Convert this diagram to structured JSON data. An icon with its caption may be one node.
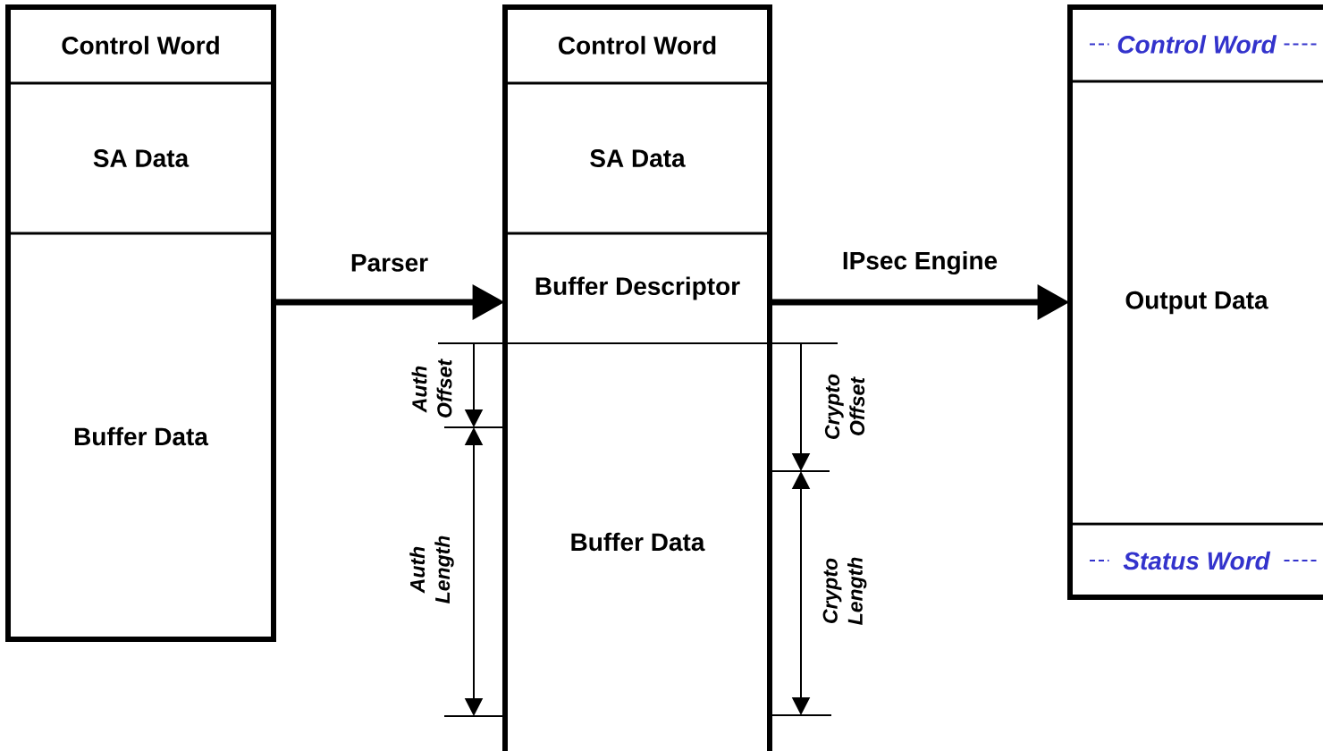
{
  "diagram": {
    "nodes": [
      {
        "text": [],
        "shape": "box"
      },
      {
        "text": [
          "Control Word"
        ],
        "in": 0
      },
      {
        "text": [
          "SA Data"
        ],
        "in": 0
      },
      {
        "text": [
          "Buffer Data"
        ],
        "in": 0
      },
      {
        "text": [],
        "shape": "box"
      },
      {
        "text": [
          "Control Word"
        ],
        "in": 4
      },
      {
        "text": [
          "SA Data"
        ],
        "in": 4
      },
      {
        "text": [
          "Buffer Descriptor"
        ],
        "in": 4
      },
      {
        "text": [
          "Buffer Data"
        ],
        "in": 4
      },
      {
        "text": [],
        "shape": "box"
      },
      {
        "text": [
          "Control Word"
        ],
        "in": 9
      },
      {
        "text": [
          "Output Data"
        ],
        "in": 9
      },
      {
        "text": [
          "Status Word"
        ],
        "in": 9
      }
    ],
    "edges": [
      {
        "from": 0,
        "to": 4,
        "arrow": "to",
        "label": "Parser"
      },
      {
        "from": 4,
        "to": 9,
        "arrow": "to",
        "label": "IPsec Engine"
      }
    ],
    "labels": [
      "Auth Offset",
      "Auth Length",
      "Crypto Offset",
      "Crypto Length"
    ]
  }
}
